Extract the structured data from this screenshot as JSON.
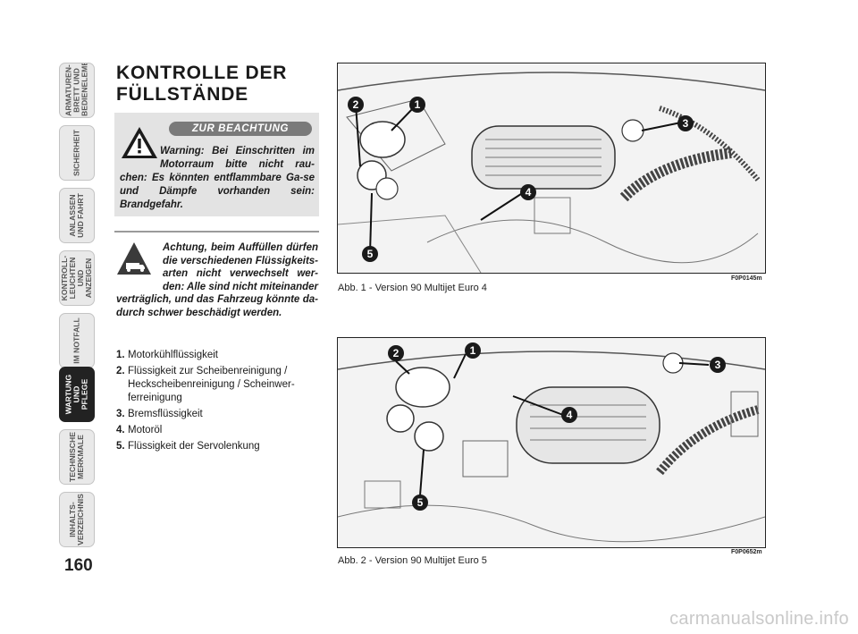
{
  "side_tabs": [
    {
      "label": "ARMATUREN-\nBRETT UND\nBEDIENELEMENTE",
      "active": false
    },
    {
      "label": "SICHERHEIT",
      "active": false
    },
    {
      "label": "ANLASSEN\nUND FAHRT",
      "active": false
    },
    {
      "label": "KONTROLL-\nLEUCHTEN UND\nANZEIGEN",
      "active": false
    },
    {
      "label": "IM NOTFALL",
      "active": false
    },
    {
      "label": "WARTUNG UND\nPFLEGE",
      "active": true
    },
    {
      "label": "TECHNISCHE\nMERKMALE",
      "active": false
    },
    {
      "label": "INHALTS-\nVERZEICHNIS",
      "active": false
    }
  ],
  "page_number": "160",
  "title": "KONTROLLE DER\nFÜLLSTÄNDE",
  "warning": {
    "badge": "ZUR BEACHTUNG",
    "text": "Warning: Bei Einschritten im Motorraum bitte nicht rau-chen: Es könnten entflammbare Ga-se und Dämpfe vorhanden sein: Brandgefahr."
  },
  "attention": {
    "text": "Achtung, beim Auffüllen dürfen die verschiedenen Flüssigkeits-arten nicht verwechselt wer-den: Alle sind nicht miteinander verträglich, und das Fahrzeug könnte da-durch schwer beschädigt werden."
  },
  "legend": [
    {
      "num": "1.",
      "text": "Motorkühlflüssigkeit"
    },
    {
      "num": "2.",
      "text": "Flüssigkeit zur Scheibenreinigung / Heckscheibenreinigung / Scheinwer-ferreinigung"
    },
    {
      "num": "3.",
      "text": "Bremsflüssigkeit"
    },
    {
      "num": "4.",
      "text": "Motoröl"
    },
    {
      "num": "5.",
      "text": "Flüssigkeit der Servolenkung"
    }
  ],
  "figures": [
    {
      "caption": "Abb. 1 - Version 90 Multijet Euro 4",
      "code": "F0P0145m",
      "markers": [
        "1",
        "2",
        "3",
        "4",
        "5"
      ]
    },
    {
      "caption": "Abb. 2 - Version 90 Multijet Euro 5",
      "code": "F0P0652m",
      "markers": [
        "1",
        "2",
        "3",
        "4",
        "5"
      ]
    }
  ],
  "watermark": "carmanualsonline.info",
  "colors": {
    "active_tab": "#222222",
    "tab": "#e9e9e9",
    "warning_box": "#e3e3e3",
    "badge": "#7a7a7a"
  }
}
